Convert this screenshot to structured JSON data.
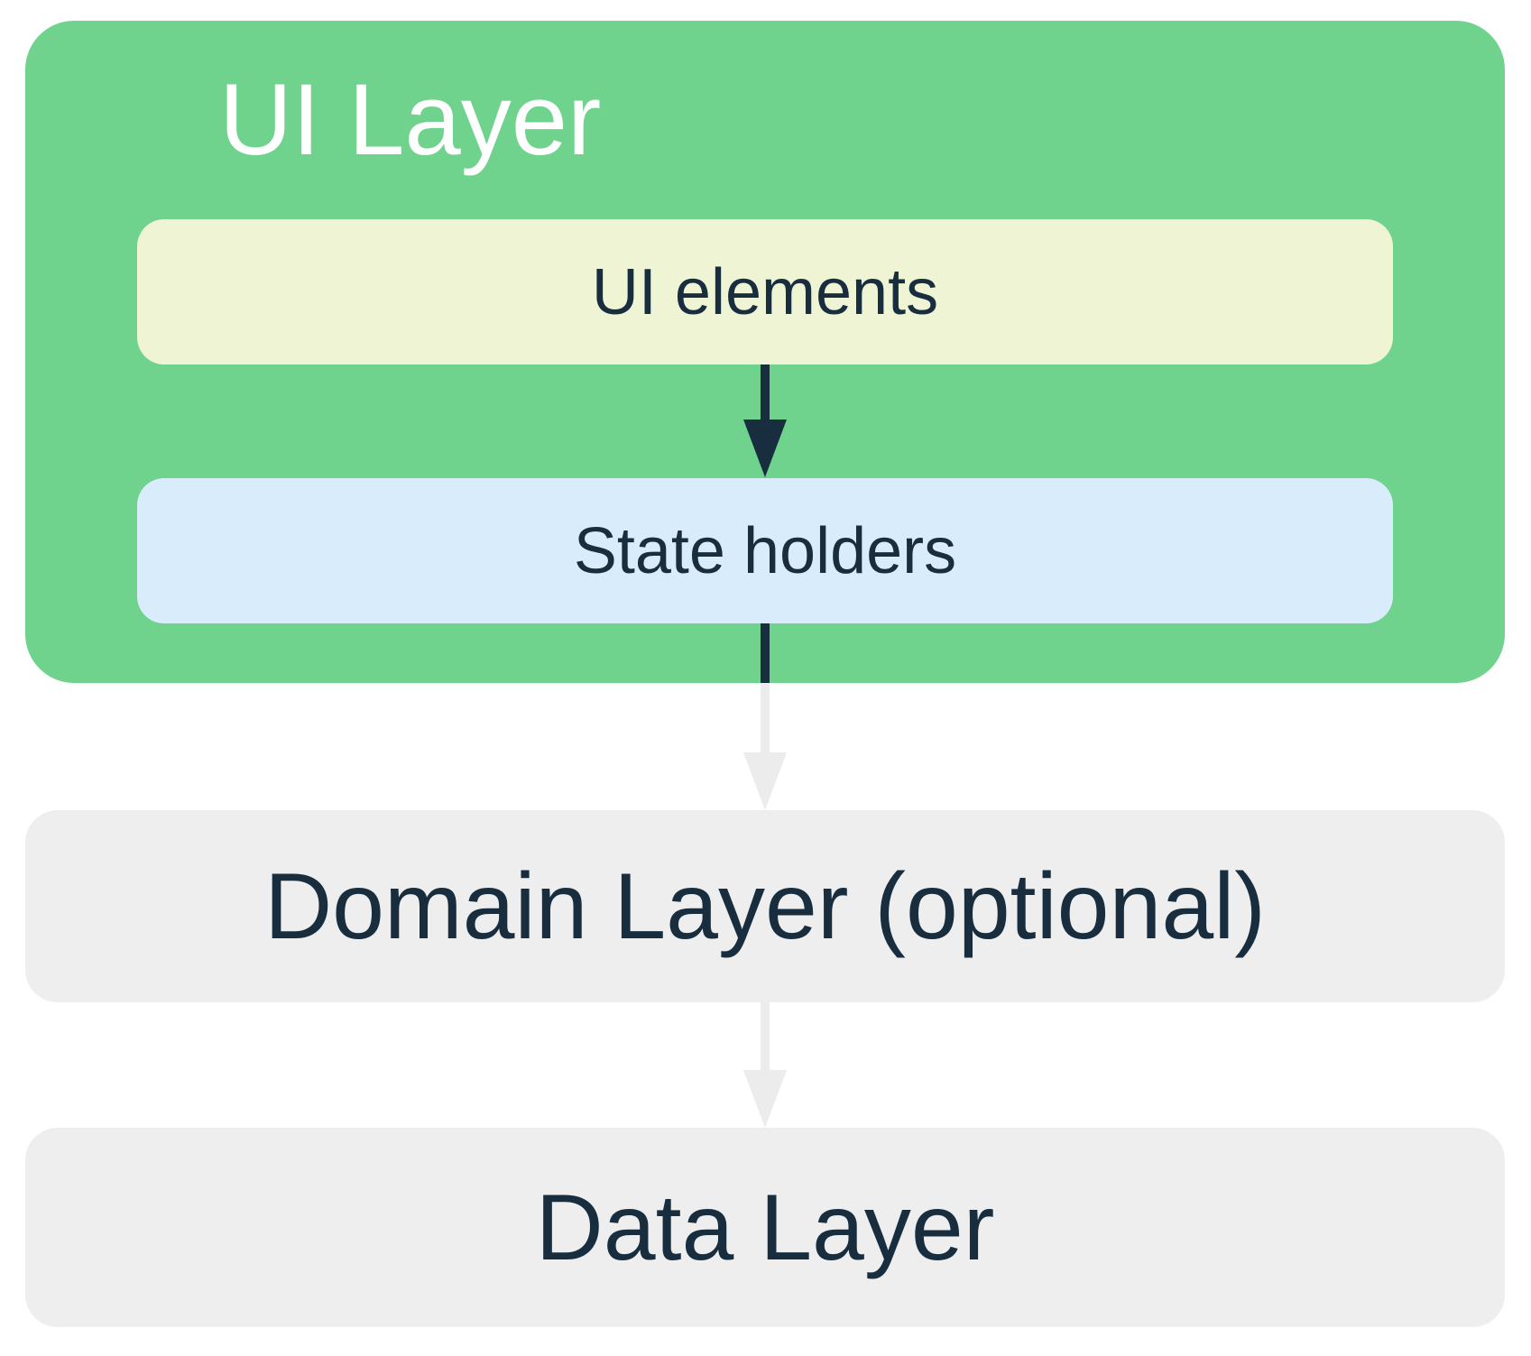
{
  "diagram": {
    "ui_layer": {
      "label": "UI Layer",
      "children": [
        {
          "label": "UI elements"
        },
        {
          "label": "State holders"
        }
      ]
    },
    "domain_layer": {
      "label": "Domain Layer (optional)"
    },
    "data_layer": {
      "label": "Data Layer"
    },
    "arrows": [
      {
        "from": "UI elements",
        "to": "State holders",
        "style": "dark"
      },
      {
        "from": "State holders",
        "to": "Domain Layer (optional)",
        "style": "dark-fading-to-light"
      },
      {
        "from": "Domain Layer (optional)",
        "to": "Data Layer",
        "style": "light"
      }
    ]
  },
  "colors": {
    "page_bg": "#ffffff",
    "ui_layer_bg": "#6fd38e",
    "ui_elements_bg": "#eff4d4",
    "state_holders_bg": "#d9ecfb",
    "domain_layer_bg": "#eeeeee",
    "data_layer_bg": "#eeeeee",
    "arrow_dark": "#182d3e",
    "arrow_light": "#ececec",
    "title_text": "#ffffff",
    "label_text": "#182d3e"
  }
}
